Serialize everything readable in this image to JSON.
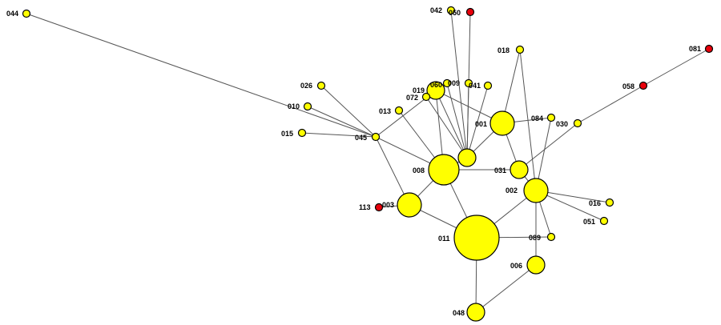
{
  "colors": {
    "yellow": "#ffff00",
    "red": "#e8000b",
    "edge": "#555555"
  },
  "nodes": [
    {
      "id": "044",
      "color": "yellow",
      "size": "small"
    },
    {
      "id": "042",
      "color": "yellow",
      "size": "small"
    },
    {
      "id": "050",
      "color": "red",
      "size": "small"
    },
    {
      "id": "018",
      "color": "yellow",
      "size": "small"
    },
    {
      "id": "081",
      "color": "red",
      "size": "small"
    },
    {
      "id": "058",
      "color": "red",
      "size": "small"
    },
    {
      "id": "026",
      "color": "yellow",
      "size": "small"
    },
    {
      "id": "019",
      "color": "yellow",
      "size": "medium"
    },
    {
      "id": "060",
      "color": "yellow",
      "size": "small"
    },
    {
      "id": "009",
      "color": "yellow",
      "size": "small"
    },
    {
      "id": "041",
      "color": "yellow",
      "size": "small"
    },
    {
      "id": "072",
      "color": "yellow",
      "size": "small"
    },
    {
      "id": "010",
      "color": "yellow",
      "size": "small"
    },
    {
      "id": "013",
      "color": "yellow",
      "size": "small"
    },
    {
      "id": "001",
      "color": "yellow",
      "size": "large"
    },
    {
      "id": "084",
      "color": "yellow",
      "size": "small"
    },
    {
      "id": "030",
      "color": "yellow",
      "size": "small"
    },
    {
      "id": "015",
      "color": "yellow",
      "size": "small"
    },
    {
      "id": "045",
      "color": "yellow",
      "size": "small"
    },
    {
      "id": "hub",
      "color": "yellow",
      "size": "medium"
    },
    {
      "id": "008",
      "color": "yellow",
      "size": "xlarge"
    },
    {
      "id": "031",
      "color": "yellow",
      "size": "medium"
    },
    {
      "id": "002",
      "color": "yellow",
      "size": "large"
    },
    {
      "id": "016",
      "color": "yellow",
      "size": "small"
    },
    {
      "id": "113",
      "color": "red",
      "size": "small"
    },
    {
      "id": "003",
      "color": "yellow",
      "size": "large"
    },
    {
      "id": "051",
      "color": "yellow",
      "size": "small"
    },
    {
      "id": "011",
      "color": "yellow",
      "size": "xxlarge"
    },
    {
      "id": "089",
      "color": "yellow",
      "size": "small"
    },
    {
      "id": "006",
      "color": "yellow",
      "size": "medium"
    },
    {
      "id": "048",
      "color": "yellow",
      "size": "medium"
    }
  ],
  "labels": {
    "044": "044",
    "042": "042",
    "050": "050",
    "018": "018",
    "081": "081",
    "058": "058",
    "026": "026",
    "019": "019",
    "060": "060",
    "009": "009",
    "041": "041",
    "072": "072",
    "010": "010",
    "013": "013",
    "001": "001",
    "084": "084",
    "030": "030",
    "015": "015",
    "045": "045",
    "008": "008",
    "031": "031",
    "002": "002",
    "016": "016",
    "113": "113",
    "003": "003",
    "051": "051",
    "011": "011",
    "089": "089",
    "006": "006",
    "048": "048"
  },
  "edges": [
    [
      "044",
      "045"
    ],
    [
      "026",
      "045"
    ],
    [
      "010",
      "045"
    ],
    [
      "015",
      "045"
    ],
    [
      "045",
      "019"
    ],
    [
      "045",
      "008"
    ],
    [
      "045",
      "003"
    ],
    [
      "013",
      "008"
    ],
    [
      "019",
      "008"
    ],
    [
      "019",
      "001"
    ],
    [
      "019",
      "hub"
    ],
    [
      "072",
      "hub"
    ],
    [
      "060",
      "hub"
    ],
    [
      "009",
      "hub"
    ],
    [
      "041",
      "hub"
    ],
    [
      "042",
      "hub"
    ],
    [
      "050",
      "hub"
    ],
    [
      "018",
      "001"
    ],
    [
      "018",
      "002"
    ],
    [
      "001",
      "hub"
    ],
    [
      "001",
      "084"
    ],
    [
      "001",
      "031"
    ],
    [
      "084",
      "002"
    ],
    [
      "030",
      "031"
    ],
    [
      "030",
      "058"
    ],
    [
      "058",
      "081"
    ],
    [
      "hub",
      "008"
    ],
    [
      "008",
      "003"
    ],
    [
      "008",
      "031"
    ],
    [
      "008",
      "011"
    ],
    [
      "031",
      "002"
    ],
    [
      "002",
      "016"
    ],
    [
      "002",
      "051"
    ],
    [
      "002",
      "011"
    ],
    [
      "002",
      "089"
    ],
    [
      "002",
      "006"
    ],
    [
      "003",
      "113"
    ],
    [
      "003",
      "011"
    ],
    [
      "011",
      "089"
    ],
    [
      "011",
      "048"
    ],
    [
      "006",
      "048"
    ]
  ]
}
